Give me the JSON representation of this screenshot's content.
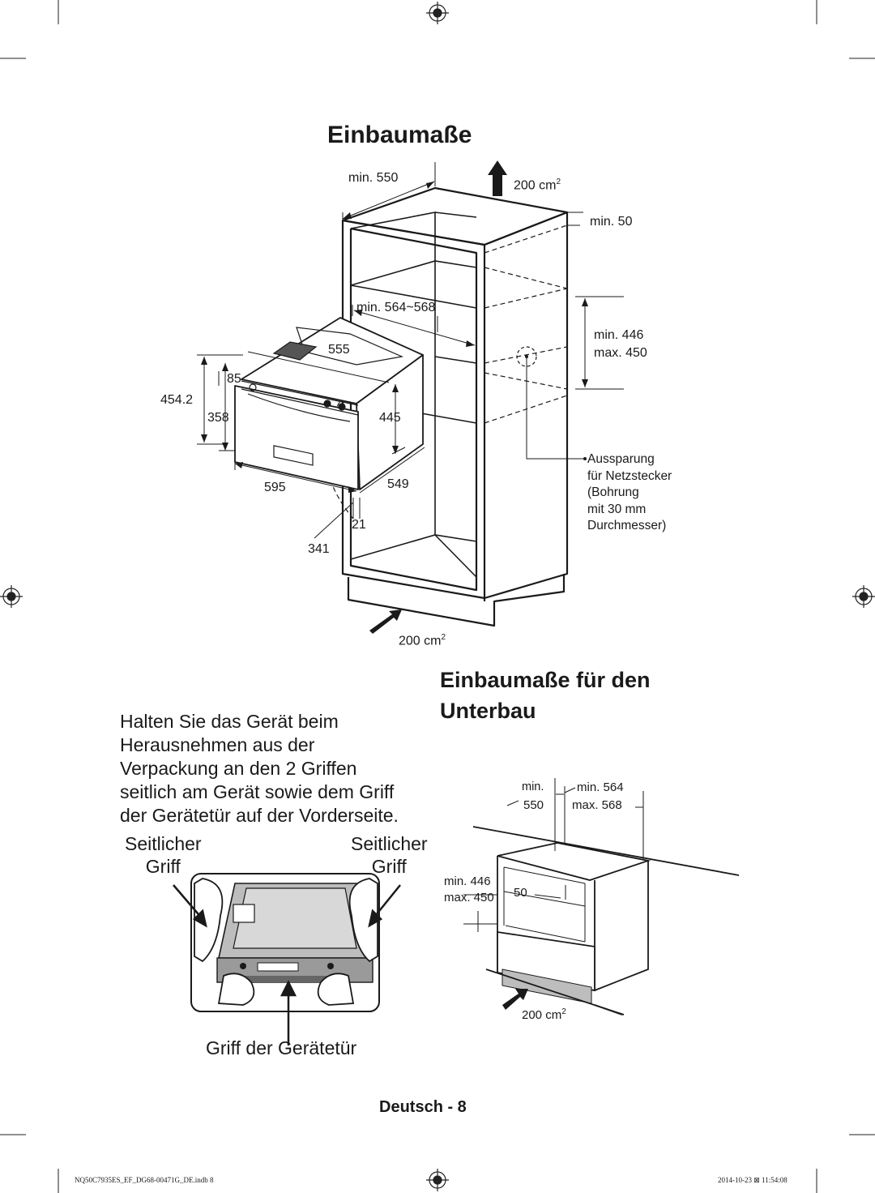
{
  "page": {
    "title": "Einbaumaße",
    "subtitle_line1": "Einbaumaße für den",
    "subtitle_line2": "Unterbau",
    "footer_label": "Deutsch - 8",
    "print_file": "NQ50C7935ES_EF_DG68-00471G_DE.indb   8",
    "print_date": "2014-10-23   ⊠ 11:54:08"
  },
  "diagram_top": {
    "min550": "min. 550",
    "vent_top": "200 cm",
    "vent_top_sup": "2",
    "min50": "min. 50",
    "min564_568": "min. 564~568",
    "d555": "555",
    "min446": "min. 446",
    "max450": "max. 450",
    "d85": "85",
    "d454": "454.2",
    "d358": "358",
    "d445": "445",
    "d595": "595",
    "d549": "549",
    "d21": "21",
    "d341": "341",
    "socket_note": [
      "Aussparung",
      "für Netzstecker",
      "(Bohrung",
      "mit 30 mm",
      "Durchmesser)"
    ],
    "vent_bottom": "200 cm",
    "vent_bottom_sup": "2"
  },
  "instructions": {
    "text_lines": [
      "Halten Sie das Gerät beim",
      "Herausnehmen aus der",
      "Verpackung an den 2 Griffen",
      "seitlich am Gerät sowie dem Griff",
      "der Gerätetür auf der Vorderseite."
    ],
    "side_handle_left": [
      "Seitlicher",
      "Griff"
    ],
    "side_handle_right": [
      "Seitlicher",
      "Griff"
    ],
    "door_handle": "Griff der Gerätetür"
  },
  "diagram_under": {
    "min550_a": "min.",
    "min550_b": "550",
    "min564": "min. 564",
    "max568": "max. 568",
    "min446": "min. 446",
    "max450": "max. 450",
    "d50": "50",
    "vent": "200 cm",
    "vent_sup": "2"
  }
}
